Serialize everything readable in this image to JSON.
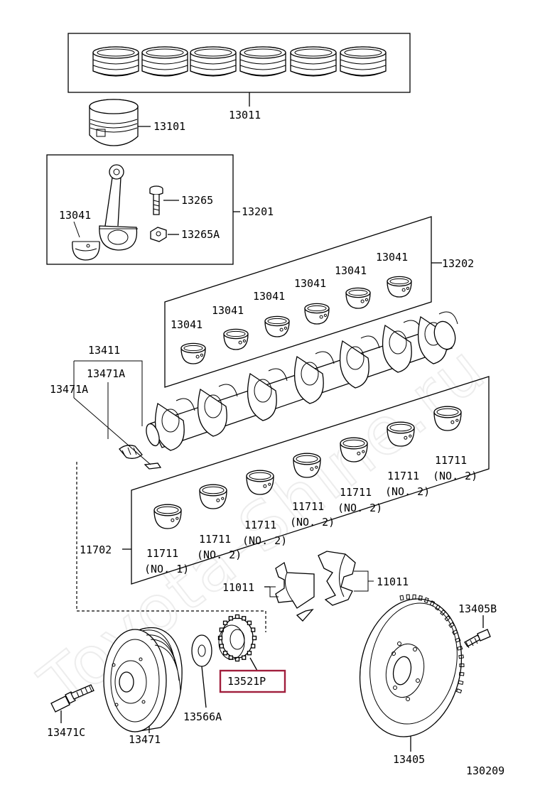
{
  "watermark": "Toyota-Shine.ru",
  "diagram_id": "130209",
  "labels": {
    "piston_rings": "13011",
    "piston": "13101",
    "conrod_bolt": "13265",
    "conrod_nut": "13265A",
    "conrod_assy": "13201",
    "conrod_bearing_left": "13041",
    "conrod_bearing_set": "13202",
    "bearing_a": "13041",
    "bearing_b": "13041",
    "bearing_c": "13041",
    "bearing_d": "13041",
    "bearing_e": "13041",
    "bearing_f": "13041",
    "crankshaft": "13411",
    "pin_a": "13471A",
    "pin_b": "13471A",
    "main_bearing_set": "11702",
    "main_1_num": "11711",
    "main_1_sub": "(NO. 1)",
    "main_2_num": "11711",
    "main_2_sub": "(NO. 2)",
    "main_3_num": "11711",
    "main_3_sub": "(NO. 2)",
    "main_4_num": "11711",
    "main_4_sub": "(NO. 2)",
    "main_5_num": "11711",
    "main_5_sub": "(NO. 2)",
    "main_6_num": "11711",
    "main_6_sub": "(NO. 2)",
    "thrust_left": "11011",
    "thrust_right": "11011",
    "flywheel_bolt": "13405B",
    "flywheel": "13405",
    "timing_gear": "13521P",
    "washer": "13566A",
    "pulley": "13471",
    "pulley_bolt": "13471C"
  },
  "highlight_color": "#a01e3c"
}
